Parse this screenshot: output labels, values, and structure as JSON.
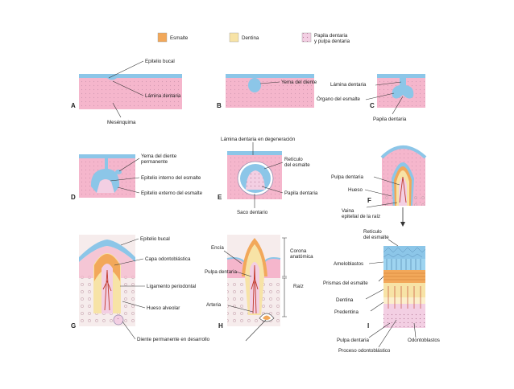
{
  "colors": {
    "esmalte": "#f2a85a",
    "dentina": "#f7e3a6",
    "papila": "#f3cfe3",
    "epithelium": "#8cc6e8",
    "mesenchyme": "#f5b6cc",
    "bone": "#f6ecec",
    "pulp_red": "#c0392b",
    "white": "#ffffff"
  },
  "legend": {
    "esmalte": "Esmalte",
    "dentina": "Dentina",
    "papila_line1": "Papila dentaria",
    "papila_line2": "y pulpa dentaria"
  },
  "panels": {
    "A": {
      "letter": "A",
      "epitelio_bucal": "Epitelio bucal",
      "lamina_dentaria": "Lámina dentaria",
      "mesenquima": "Mesénquima"
    },
    "B": {
      "letter": "B",
      "yema_diente": "Yema del diente"
    },
    "C": {
      "letter": "C",
      "lamina_dentaria": "Lámina dentaria",
      "organo_esmalte": "Órgano del esmalte",
      "papila_dentaria": "Papila dentaria"
    },
    "D": {
      "letter": "D",
      "yema_perm_1": "Yema del diente",
      "yema_perm_2": "permanente",
      "epitelio_interno": "Epitelio interno del esmalte",
      "epitelio_externo": "Epitelio externo del esmalte"
    },
    "E": {
      "letter": "E",
      "lamina_degeneracion": "Lámina dentaria en degeneración",
      "reticulo_1": "Retículo",
      "reticulo_2": "del esmalte",
      "papila_dentaria": "Papila dentaria",
      "saco_dentario": "Saco dentario"
    },
    "F": {
      "letter": "F",
      "pulpa_dentaria": "Pulpa dentaria",
      "hueso": "Hueso",
      "vaina_1": "Vaina",
      "vaina_2": "epitelial de la raíz"
    },
    "G": {
      "letter": "G",
      "epitelio_bucal": "Epitelio bucal",
      "capa_odontoblastica": "Capa odontoblástica",
      "ligamento": "Ligamento periodontal",
      "hueso_alveolar": "Hueso alveolar",
      "diente_permanente": "Diente permanente en desarrollo"
    },
    "H": {
      "letter": "H",
      "encia": "Encía",
      "pulpa_dentaria": "Pulpa dentaria",
      "arteria": "Arteria",
      "corona_1": "Corona",
      "corona_2": "anatómica",
      "raiz": "Raíz"
    },
    "I": {
      "letter": "I",
      "reticulo_1": "Retículo",
      "reticulo_2": "del esmalte",
      "ameloblastos": "Ameloblastos",
      "prismas": "Prismas del esmalte",
      "dentina": "Dentina",
      "predentina": "Predentina",
      "pulpa_dentaria": "Pulpa dentaria",
      "odontoblastos": "Odontoblastos",
      "proceso": "Proceso odontoblástico"
    }
  }
}
